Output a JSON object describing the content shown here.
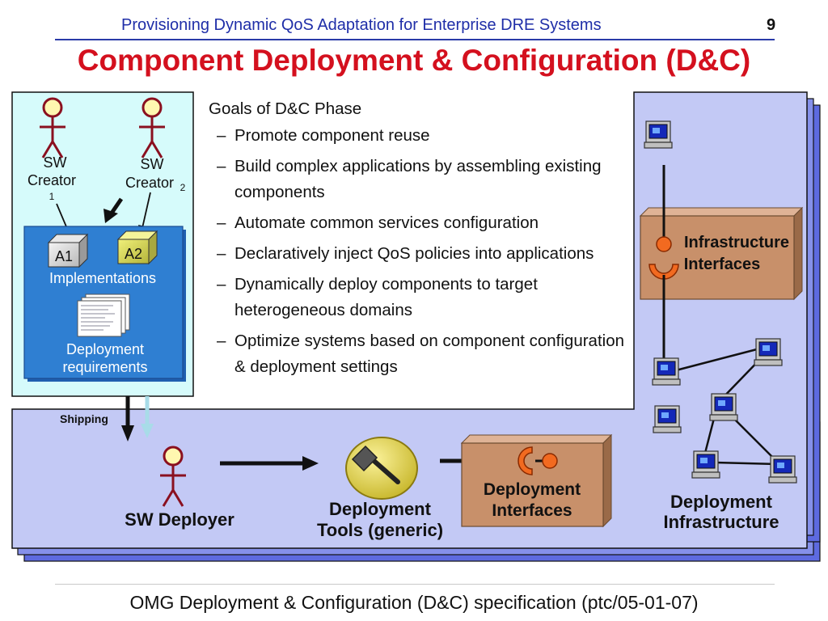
{
  "header": {
    "title": "Provisioning Dynamic QoS Adaptation for Enterprise DRE Systems",
    "page_number": "9"
  },
  "title": "Component Deployment & Configuration (D&C)",
  "goals": {
    "heading": "Goals of D&C Phase",
    "items": [
      "Promote component reuse",
      "Build complex applications by assembling existing components",
      "Automate common services configuration",
      "Declaratively inject QoS policies into applications",
      "Dynamically deploy components to target heterogeneous domains",
      "Optimize systems based on component configuration & deployment settings"
    ]
  },
  "creators": {
    "creator1": {
      "line1": "SW",
      "line2": "Creator",
      "sub": "1"
    },
    "creator2": {
      "line1": "SW",
      "line2": "Creator",
      "sub": "2"
    }
  },
  "package": {
    "a1": "A1",
    "a2": "A2",
    "implementations": "Implementations",
    "requirements_line1": "Deployment",
    "requirements_line2": "requirements"
  },
  "shipping": "Shipping",
  "deployer": "SW Deployer",
  "tools": {
    "line1": "Deployment",
    "line2": "Tools (generic)"
  },
  "deployment_interfaces": {
    "line1": "Deployment",
    "line2": "Interfaces"
  },
  "infrastructure_interfaces": {
    "line1": "Infrastructure",
    "line2": "Interfaces"
  },
  "deployment_infrastructure": {
    "line1": "Deployment",
    "line2": "Infrastructure"
  },
  "footer": "OMG Deployment & Configuration (D&C) specification (ptc/05-01-07)",
  "colors": {
    "accent_red": "#d4101e",
    "header_blue": "#1f2ea8",
    "panel_lavender": "#c3c9f5",
    "panel_border": "#111111",
    "package_blue": "#2f7fd2",
    "interface_brown": "#c8906a",
    "port_orange": "#f26a20",
    "creator_panel": "#d6fbfb"
  }
}
